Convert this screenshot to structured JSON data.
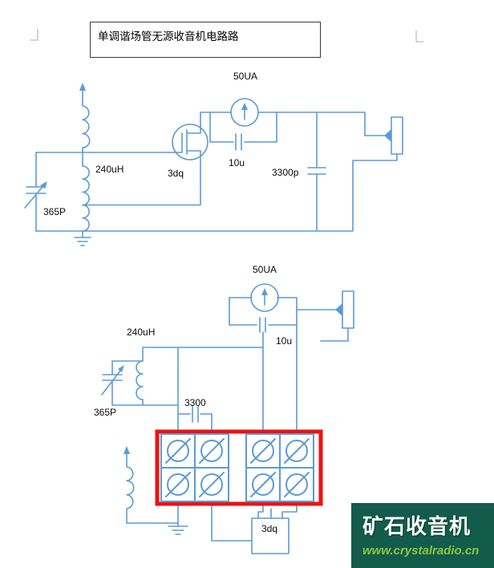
{
  "page": {
    "title": "单调谐场管无源收音机电路路"
  },
  "schematic": {
    "meter_label": "50UA",
    "coil_label": "240uH",
    "fet_label": "3dq",
    "coupling_cap_label": "10u",
    "bypass_cap_label": "3300p",
    "tuning_cap_label": "365P"
  },
  "wiring_layout": {
    "meter_label": "50UA",
    "coil_label": "240uH",
    "tuning_cap_label": "365P",
    "bypass_cap_label": "3300",
    "coupling_cap_label": "10u",
    "fet_label": "3dq"
  },
  "watermark": {
    "site_name": "矿石收音机",
    "site_url": "www.crystalradio.cn"
  },
  "colors": {
    "wire_blue": "#5b9bd5",
    "highlight_red": "#ee1111",
    "watermark_bg": "#135b4a",
    "watermark_url_green": "#8cc63f"
  }
}
